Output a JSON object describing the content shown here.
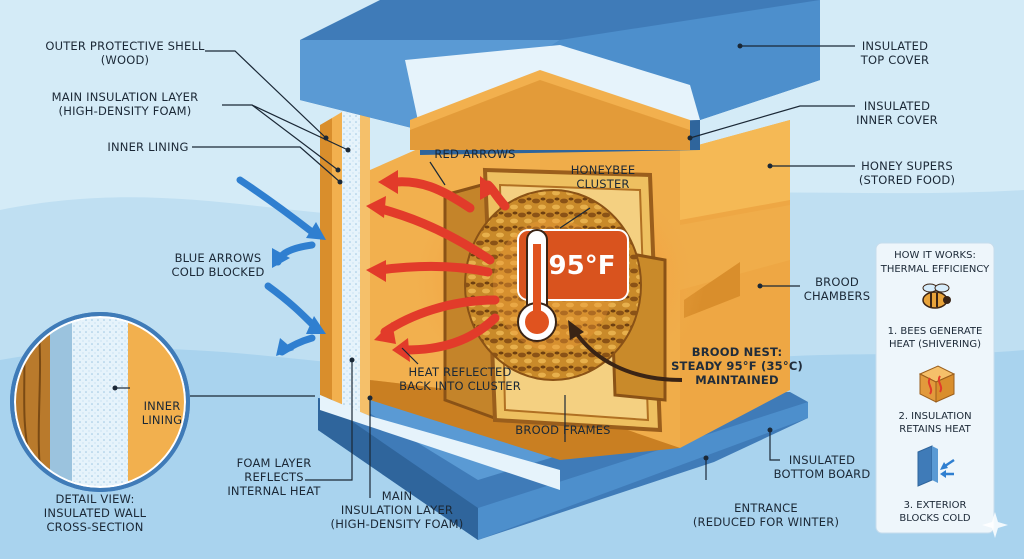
{
  "labels": {
    "outer_shell": [
      "OUTER PROTECTIVE SHELL",
      "(WOOD)"
    ],
    "main_insulation_top": [
      "MAIN INSULATION LAYER",
      "(HIGH-DENSITY FOAM)"
    ],
    "inner_lining": [
      "INNER LINING"
    ],
    "blue_arrows": [
      "BLUE ARROWS",
      "COLD BLOCKED"
    ],
    "red_arrows": [
      "RED ARROWS"
    ],
    "honeybee_cluster": [
      "HONEYBEE",
      "CLUSTER"
    ],
    "heat_reflected": [
      "HEAT REFLECTED",
      "BACK INTO CLUSTER"
    ],
    "brood_frames": [
      "BROOD FRAMES"
    ],
    "brood_nest": [
      "BROOD NEST:",
      "STEADY 95°F (35°C)",
      "MAINTAINED"
    ],
    "insulated_top_cover": [
      "INSULATED",
      "TOP COVER"
    ],
    "insulated_inner_cover": [
      "INSULATED",
      "INNER COVER"
    ],
    "honey_supers": [
      "HONEY SUPERS",
      "(STORED FOOD)"
    ],
    "brood_chambers": [
      "BROOD",
      "CHAMBERS"
    ],
    "insulated_bottom_board": [
      "INSULATED",
      "BOTTOM BOARD"
    ],
    "entrance": [
      "ENTRANCE",
      "(REDUCED FOR WINTER)"
    ],
    "foam_layer": [
      "FOAM LAYER",
      "REFLECTS",
      "INTERNAL HEAT"
    ],
    "main_insulation_bottom": [
      "MAIN",
      "INSULATION LAYER",
      "(HIGH-DENSITY FOAM)"
    ],
    "detail_inner_lining": [
      "INNER",
      "LINING"
    ],
    "detail_view": [
      "DETAIL VIEW:",
      "INSULATED WALL",
      "CROSS-SECTION"
    ]
  },
  "thermometer": {
    "reading": "95°F"
  },
  "legend": {
    "title": [
      "HOW IT WORKS:",
      "THERMAL EFFICIENCY"
    ],
    "steps": [
      {
        "icon": "bee-icon",
        "lines": [
          "1. BEES GENERATE",
          "HEAT (SHIVERING)"
        ]
      },
      {
        "icon": "insulation-box-icon",
        "lines": [
          "2. INSULATION",
          "RETAINS HEAT"
        ]
      },
      {
        "icon": "wall-block-icon",
        "lines": [
          "3. EXTERIOR",
          "BLOCKS COLD"
        ]
      }
    ]
  },
  "colors": {
    "background": "#d4ebf7",
    "wood": "#f2b04e",
    "wood_dark": "#d98e2c",
    "roof": "#3f7bb8",
    "foam": "#e6f3fb",
    "heat_arrow": "#e23b2a",
    "cold_arrow": "#2f7fd0",
    "thermometer": "#d9531e"
  }
}
